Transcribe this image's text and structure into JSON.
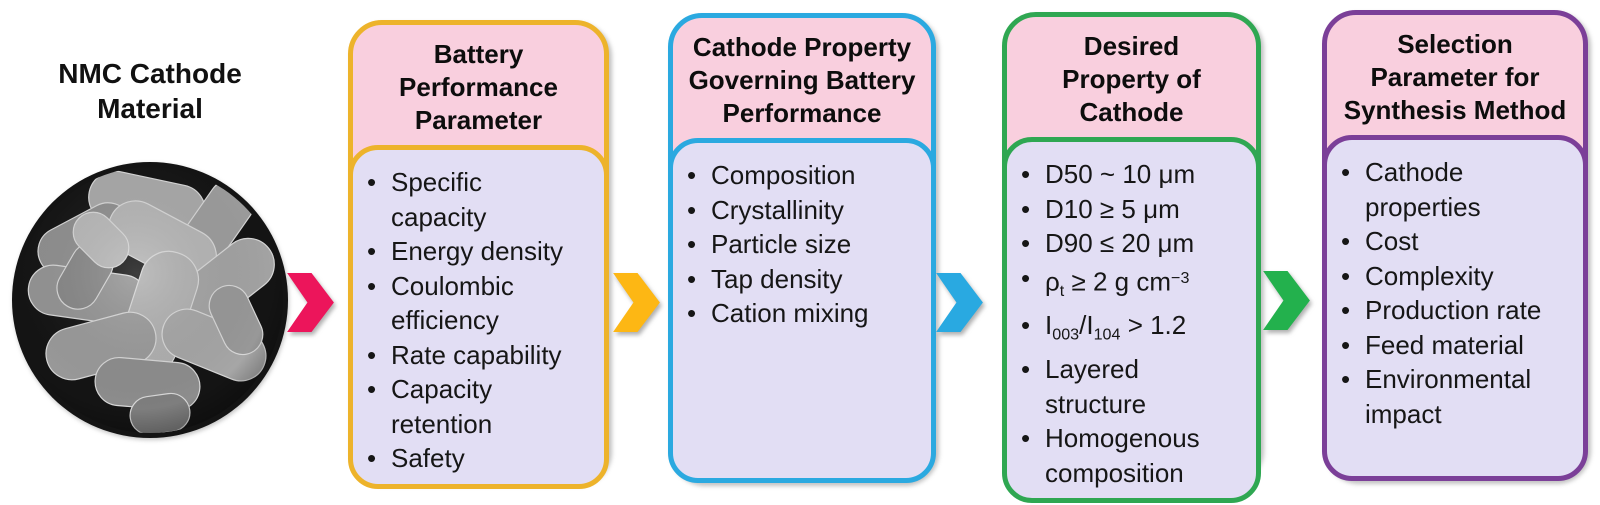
{
  "sem": {
    "title": "NMC Cathode\nMaterial"
  },
  "cards": [
    {
      "id": "battery-performance-parameter",
      "accent": "#EDB32B",
      "header": "Battery\nPerformance\nParameter",
      "items": [
        "Specific\ncapacity",
        "Energy density",
        "Coulombic\nefficiency",
        "Rate capability",
        "Capacity\nretention",
        "Safety"
      ]
    },
    {
      "id": "cathode-property-governing-battery-performance",
      "accent": "#2BA9E0",
      "header": "Cathode Property\nGoverning Battery\nPerformance",
      "items": [
        "Composition",
        "Crystallinity",
        "Particle size",
        "Tap density",
        "Cation mixing"
      ]
    },
    {
      "id": "desired-property-of-cathode",
      "accent": "#2FA752",
      "header": "Desired\nProperty of\nCathode",
      "items": [
        "D50 ~ 10 μm",
        "D10 ≥ 5 μm",
        "D90 ≤ 20 μm",
        "ρ_{t} ≥ 2 g cm^{−3}",
        "I_{003}/I_{104} > 1.2",
        "Layered\nstructure",
        "Homogenous\ncomposition"
      ]
    },
    {
      "id": "selection-parameter-for-synthesis-method",
      "accent": "#7B3F98",
      "header": "Selection\nParameter for\nSynthesis Method",
      "items": [
        "Cathode\nproperties",
        "Cost",
        "Complexity",
        "Production rate",
        "Feed material",
        "Environmental\nimpact"
      ]
    }
  ],
  "arrows": [
    {
      "name": "arrow-sem-to-battery-performance",
      "color": "#EC155B"
    },
    {
      "name": "arrow-battery-to-cathode-property",
      "color": "#FDB714"
    },
    {
      "name": "arrow-cathode-property-to-desired-property",
      "color": "#29A9E1"
    },
    {
      "name": "arrow-desired-property-to-selection-parameter",
      "color": "#23B14D"
    }
  ],
  "list_bullet": "•",
  "palette": {
    "header_bg": "#F9CFDE",
    "body_bg": "#E2DEF4",
    "text": "#1B1B1B"
  }
}
